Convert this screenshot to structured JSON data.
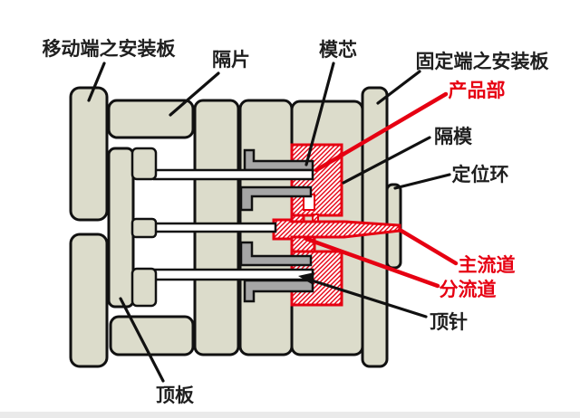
{
  "figure": {
    "title": "injection-mold cross-section diagram",
    "type": "technical-diagram",
    "colors": {
      "background": "#ffffff",
      "plate_beige": "#dcdccb",
      "core_gray": "#a6a6a6",
      "product_red": "#e60012",
      "outline_black": "#111111"
    },
    "labels": {
      "movable_mount_plate": "移动端之安装板",
      "spacer": "隔片",
      "mold_core": "模芯",
      "fixed_mount_plate": "固定端之安装板",
      "product": "产品部",
      "cavity_block": "隔模",
      "locating_ring": "定位环",
      "sprue": "主流道",
      "runner": "分流道",
      "ejector_pin": "顶针",
      "ejector_plate": "顶板"
    }
  }
}
